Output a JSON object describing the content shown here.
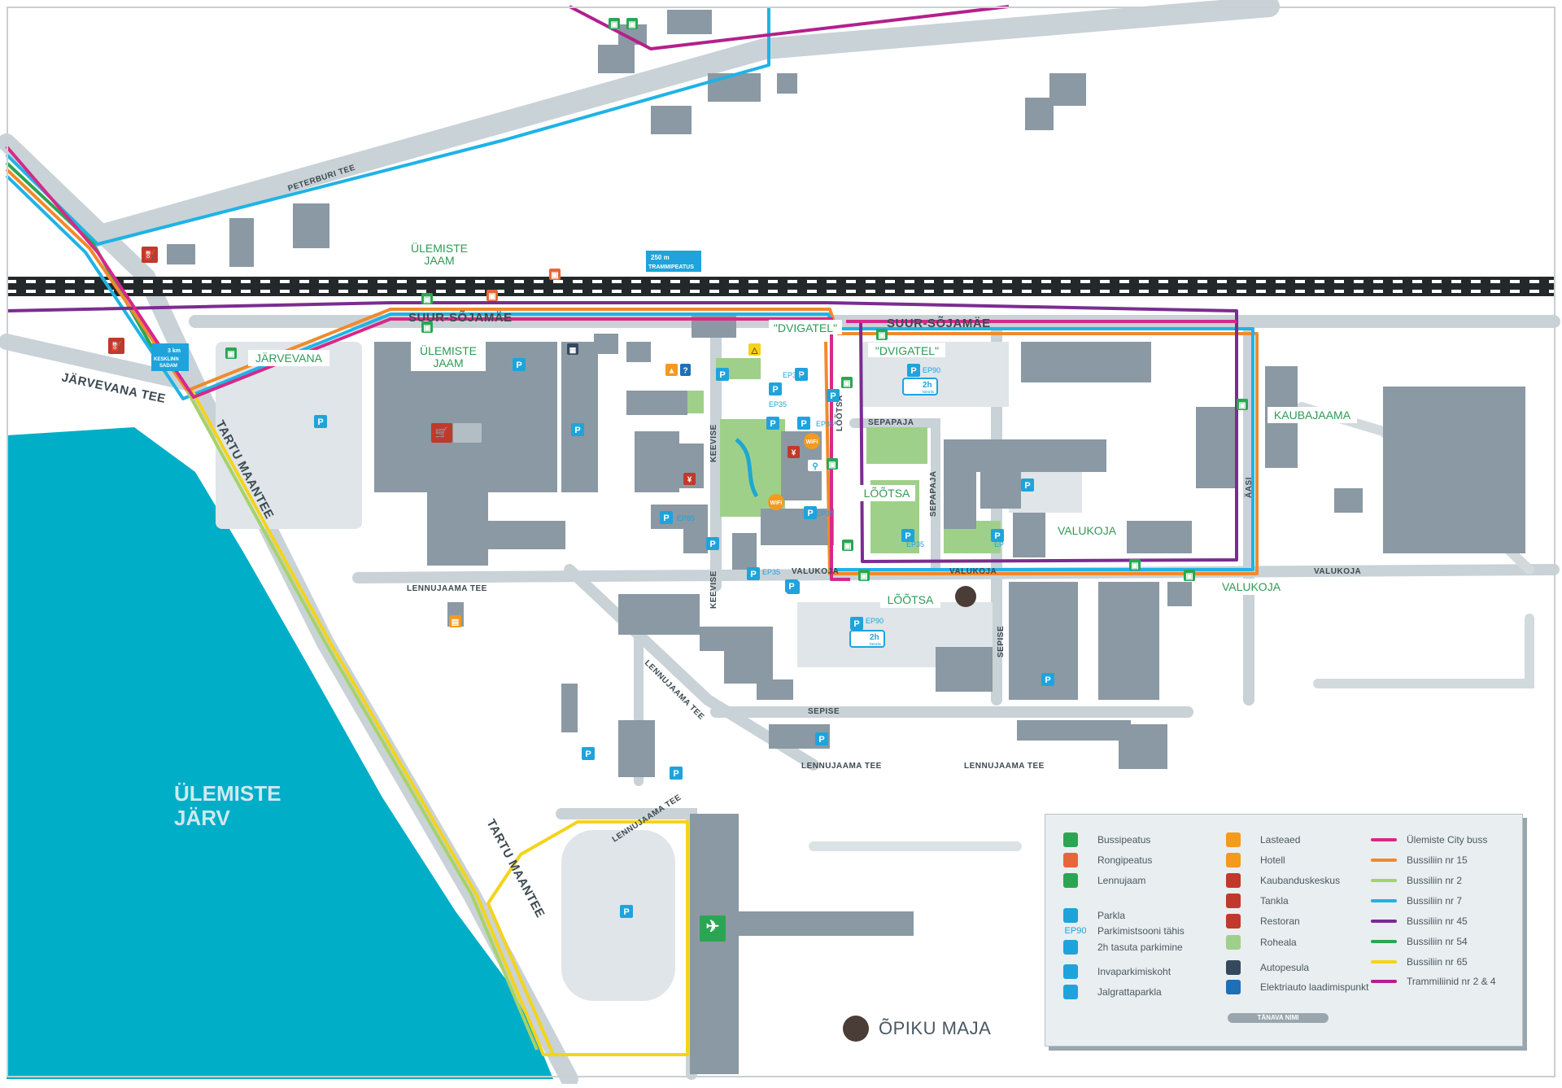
{
  "map": {
    "lake_name_line1": "ÜLEMISTE",
    "lake_name_line2": "JÄRV",
    "streets": {
      "peterburi": "PETERBURI TEE",
      "suur_sojamae_west": "SUUR-SÕJAMÄE",
      "suur_sojamae_east": "SUUR-SÕJAMÄE",
      "jarvevana": "JÄRVEVANA TEE",
      "tartu_north": "TARTU MAANTEE",
      "tartu_south": "TARTU MAANTEE",
      "lennujaama_west": "LENNUJAAMA TEE",
      "lennujaama_diag": "LENNUJAAMA TEE",
      "lennujaama_mid": "LENNUJAAMA TEE",
      "lennujaama_east": "LENNUJAAMA TEE",
      "lennujaama_south": "LENNUJAAMA TEE",
      "valukoja_mid": "VALUKOJA",
      "valukoja_center": "VALUKOJA",
      "valukoja_east": "VALUKOJA",
      "sepise": "SEPISE",
      "sepise_vert": "SEPISE",
      "keevise_north": "KEEVISE",
      "keevise_south": "KEEVISE",
      "lootsa_vert": "LÕÕTSA",
      "sepapaja": "SEPAPAJA",
      "sepapaja_vert": "SEPAPAJA",
      "aasi": "ÄASI"
    },
    "places": {
      "ulemiste_jaam_top_1": "ÜLEMISTE",
      "ulemiste_jaam_top_2": "JAAM",
      "ulemiste_jaam_1": "ÜLEMISTE",
      "ulemiste_jaam_2": "JAAM",
      "jarvevana": "JÄRVEVANA",
      "dvigatel_1": "\"DVIGATEL\"",
      "dvigatel_2": "\"DVIGATEL\"",
      "lootsa_1": "LÕÕTSA",
      "lootsa_2": "LÕÕTSA",
      "valukoja_1": "VALUKOJA",
      "valukoja_2": "VALUKOJA",
      "kaubajaama": "KAUBAJAAMA"
    },
    "signs": {
      "tram_distance": "250 m",
      "tram_stop": "TRAMMIPEATUS",
      "city_distance": "3 km",
      "city_line1": "KESKLINN",
      "city_line2": "SADAM"
    },
    "parking_zones": [
      "EP35",
      "EP35",
      "EP35",
      "EP85",
      "EP35",
      "EP90",
      "EP35",
      "EP90",
      "EP35",
      "EP"
    ],
    "free_parking": "2h",
    "free_parking_small": "tasuta",
    "wifi": "WiFi",
    "colors": {
      "lake": "#00aec7",
      "road": "#c9d2d6",
      "building": "#8a99a3",
      "green": "#9fd08a",
      "rail_dark": "#23282b",
      "city_bus": "#d6298a",
      "bus_15": "#f08a2c",
      "bus_2": "#a6d26a",
      "bus_7": "#1fb3e5",
      "bus_45": "#7a2d8f",
      "bus_54": "#2aa653",
      "bus_65": "#f4d31c",
      "tram": "#b3208c"
    }
  },
  "landmark": {
    "label": "ÕPIKU MAJA"
  },
  "legend": {
    "col1": [
      {
        "icon": "bus-stop-icon",
        "label": "Bussipeatus",
        "color": "#2aa653"
      },
      {
        "icon": "train-stop-icon",
        "label": "Rongipeatus",
        "color": "#e8653a"
      },
      {
        "icon": "airport-icon",
        "label": "Lennujaam",
        "color": "#2aa653"
      },
      {
        "icon": "parking-icon",
        "label": "Parkla",
        "color": "#1fa3dc"
      },
      {
        "icon": "parking-zone-icon",
        "label": "Parkimistsooni tähis",
        "code": "EP90",
        "color": "#1fa3dc"
      },
      {
        "icon": "free-parking-icon",
        "label": "2h tasuta parkimine",
        "color": "#1fa3dc"
      },
      {
        "icon": "disabled-parking-icon",
        "label": "Invaparkimiskoht",
        "color": "#1fa3dc"
      },
      {
        "icon": "bicycle-parking-icon",
        "label": "Jalgrattaparkla",
        "color": "#1fa3dc"
      }
    ],
    "col2": [
      {
        "icon": "kindergarten-icon",
        "label": "Lasteaed",
        "color": "#f39a1f"
      },
      {
        "icon": "hotel-icon",
        "label": "Hotell",
        "color": "#f39a1f"
      },
      {
        "icon": "shopping-icon",
        "label": "Kaubanduskeskus",
        "color": "#c0392b"
      },
      {
        "icon": "fuel-icon",
        "label": "Tankla",
        "color": "#c0392b"
      },
      {
        "icon": "restaurant-icon",
        "label": "Restoran",
        "color": "#c0392b"
      },
      {
        "icon": "green-area-icon",
        "label": "Roheala",
        "color": "#9fd08a"
      },
      {
        "icon": "car-wash-icon",
        "label": "Autopesula",
        "color": "#34495e"
      },
      {
        "icon": "ev-charging-icon",
        "label": "Elektriauto laadimispunkt",
        "color": "#1f6fb5"
      }
    ],
    "col3": [
      {
        "label": "Ülemiste City buss",
        "color": "#d6298a"
      },
      {
        "label": "Bussiliin nr 15",
        "color": "#f08a2c"
      },
      {
        "label": "Bussiliin nr 2",
        "color": "#a6d26a"
      },
      {
        "label": "Bussiliin nr 7",
        "color": "#1fb3e5"
      },
      {
        "label": "Bussiliin nr 45",
        "color": "#7a2d8f"
      },
      {
        "label": "Bussiliin nr 54",
        "color": "#2aa653"
      },
      {
        "label": "Bussiliin nr 65",
        "color": "#f4d31c"
      },
      {
        "label": "Trammiliinid nr 2 & 4",
        "color": "#b3208c"
      }
    ],
    "street_name": "TÄNAVA NIMI"
  }
}
